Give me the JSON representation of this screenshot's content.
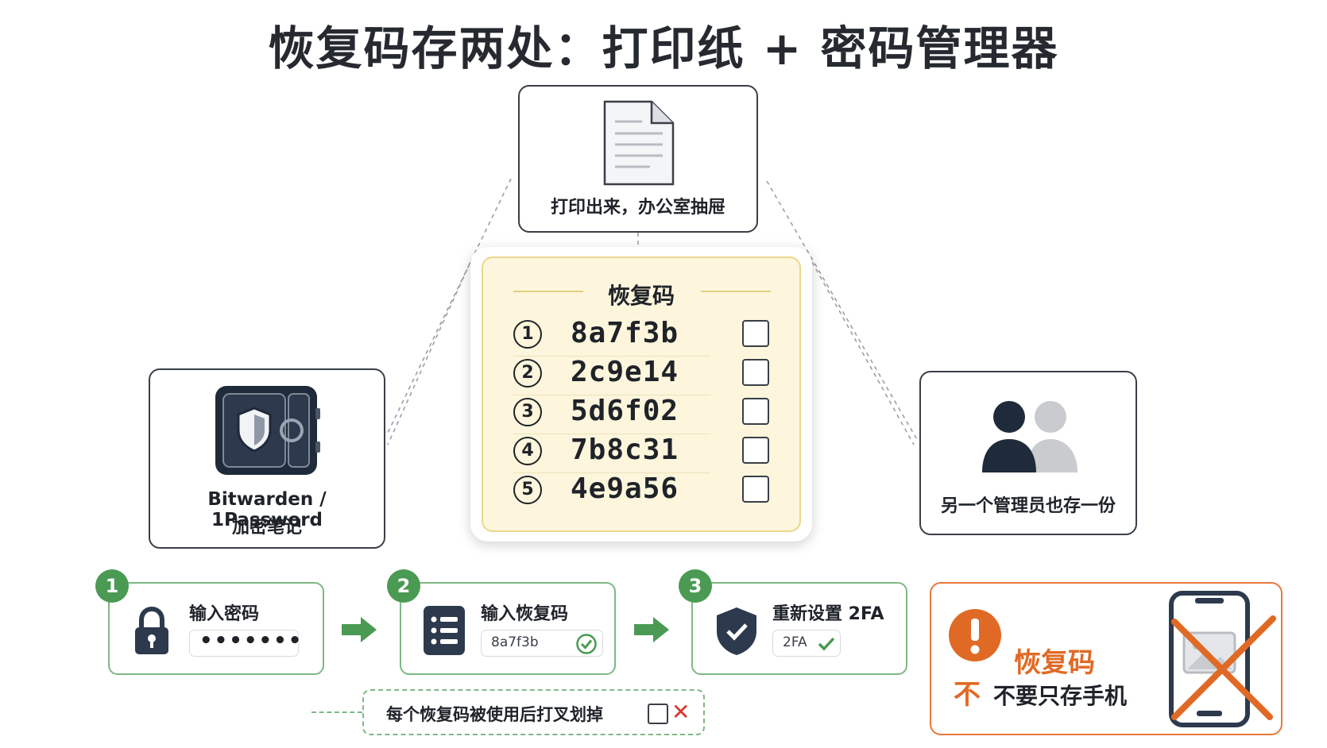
{
  "title": "恢复码存两处：打印纸 + 密码管理器",
  "paper": {
    "caption": "打印出来，办公室抽屉"
  },
  "vault": {
    "caption_line1": "Bitwarden / 1Password",
    "caption_line2": "加密笔记"
  },
  "admins": {
    "caption": "另一个管理员也存一份"
  },
  "codes": {
    "heading": "恢复码",
    "items": [
      {
        "num": "1",
        "code": "8a7f3b"
      },
      {
        "num": "2",
        "code": "2c9e14"
      },
      {
        "num": "3",
        "code": "5d6f02"
      },
      {
        "num": "4",
        "code": "7b8c31"
      },
      {
        "num": "5",
        "code": "4e9a56"
      }
    ]
  },
  "steps": [
    {
      "num": "1",
      "title": "输入密码",
      "field": "•••••••"
    },
    {
      "num": "2",
      "title": "输入恢复码",
      "field": "8a7f3b"
    },
    {
      "num": "3",
      "title": "重新设置 2FA",
      "field": "2FA"
    }
  ],
  "note": {
    "text": "每个恢复码被使用后打叉划掉",
    "mark": "✕"
  },
  "warning": {
    "line1": "恢复码",
    "line2_icon": "不",
    "line2": "不要只存手机"
  },
  "colors": {
    "green": "#4a9a54",
    "orange": "#e06a25",
    "dark": "#1f2329",
    "yellow": "#fdf6dc"
  }
}
